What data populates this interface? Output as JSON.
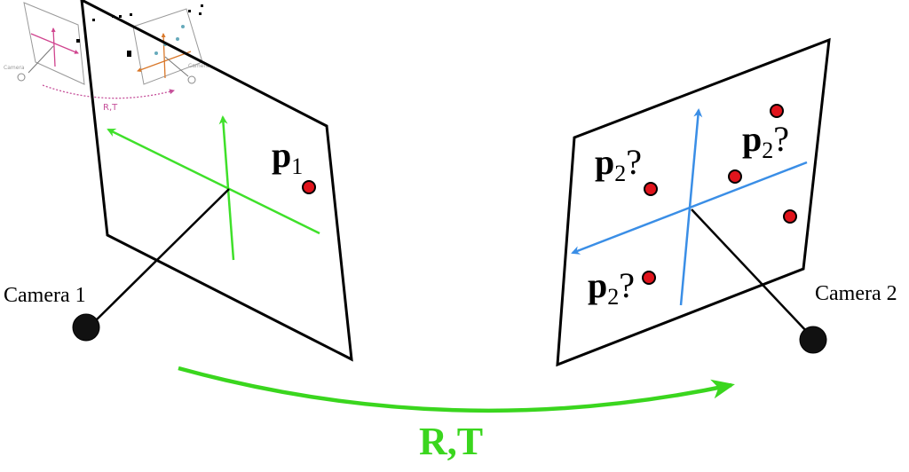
{
  "cameras": {
    "camera1_label": "Camera 1",
    "camera2_label": "Camera 2"
  },
  "points": {
    "p1_main": "p",
    "p1_sub": "1",
    "p2_main": "p",
    "p2_sub": "2",
    "p2_question": "?"
  },
  "motion": {
    "label": "R,T"
  },
  "thumbnail": {
    "motion_label": "R,T",
    "camera_caption": "Camera"
  },
  "colors": {
    "left_axes": "#3fe02a",
    "right_axes": "#3a8ee6",
    "motion_arrow": "#3ad61e",
    "point_fill": "#e0141c",
    "thumb_left_axes": "#d0458f",
    "thumb_right_axes": "#d9782a",
    "thumb_arrow": "#c6509a"
  }
}
